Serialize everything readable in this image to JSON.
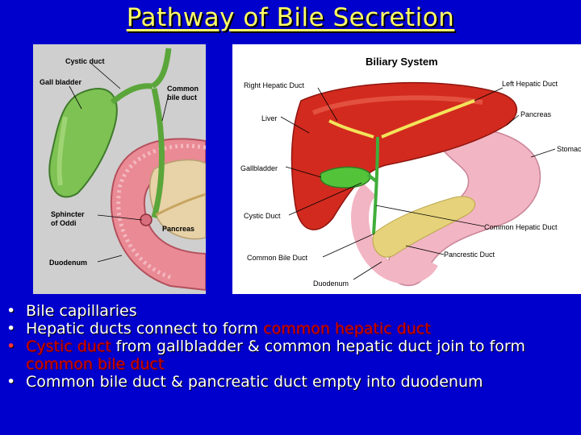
{
  "title": "Pathway of Bile Secretion",
  "left_diagram": {
    "labels": {
      "cystic_duct": "Cystic duct",
      "gall_bladder": "Gall bladder",
      "common_bile_duct_1": "Common",
      "common_bile_duct_2": "bile duct",
      "sphincter_1": "Sphincter",
      "sphincter_2": "of Oddi",
      "pancreas": "Pancreas",
      "duodenum": "Duodenum"
    }
  },
  "right_diagram": {
    "title": "Biliary System",
    "labels": {
      "right_hepatic_duct": "Right Hepatic Duct",
      "left_hepatic_duct": "Left Hepatic Duct",
      "liver": "Liver",
      "pancreas": "Pancreas",
      "stomach": "Stomach",
      "gallbladder": "Gallbladder",
      "cystic_duct": "Cystic Duct",
      "common_hepatic_duct": "Common Hepatic Duct",
      "common_bile_duct": "Common Bile Duct",
      "pancreatic_duct": "Pancrestic Duct",
      "duodenum": "Duodenum"
    }
  },
  "bullets": {
    "b1": "Bile capillaries",
    "b2_pre": "Hepatic ducts connect to form ",
    "b2_hl": "common hepatic duct",
    "b3_hl1": "Cystic duct",
    "b3_mid": " from gallbladder & common hepatic duct join to form ",
    "b3_hl2": "common bile duct",
    "b4": "Common bile duct & pancreatic duct empty into duodenum"
  },
  "colors": {
    "background": "#0000cc",
    "title": "#ffff66",
    "highlight": "#cc0000",
    "bullet_text": "#ffffff"
  }
}
